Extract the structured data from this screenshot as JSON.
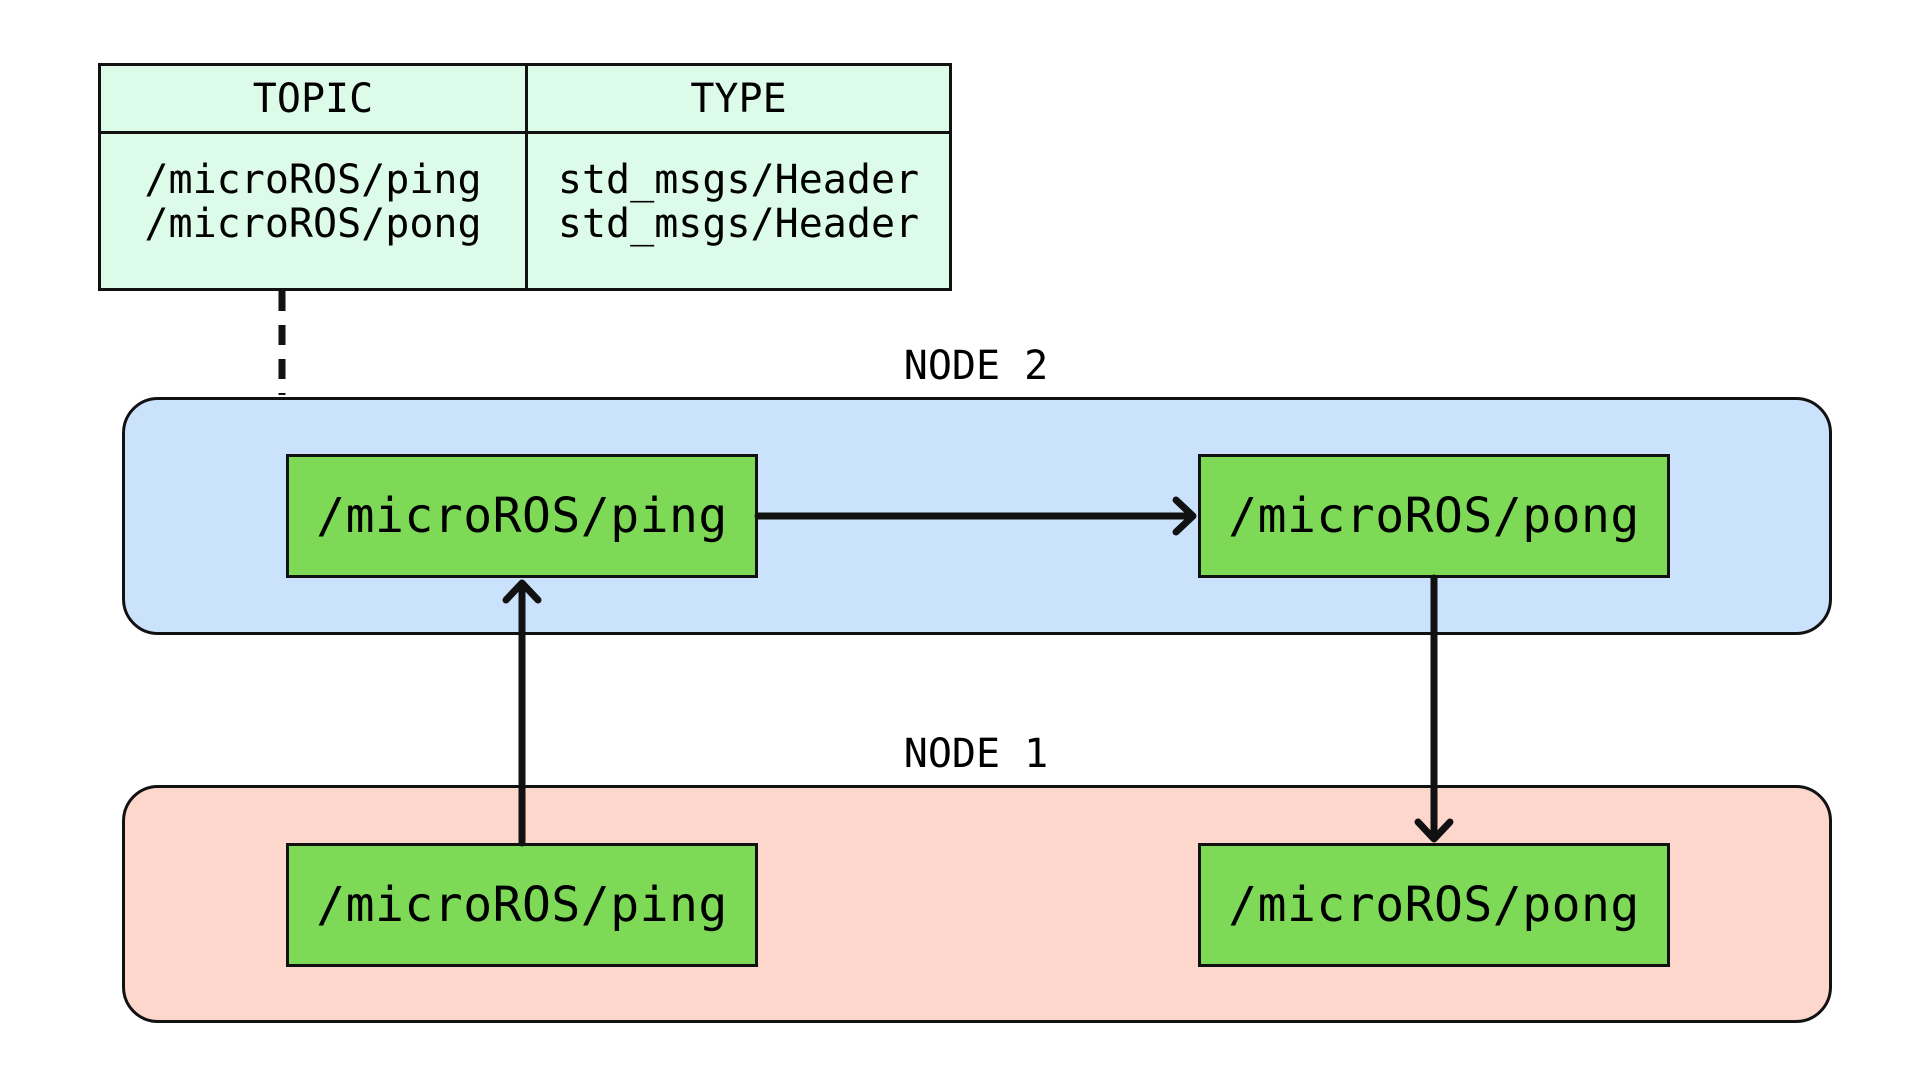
{
  "colors": {
    "table_fill": "#ddfbe9",
    "node2_fill": "#cbe2fc",
    "node1_fill": "#fdd6cc",
    "topic_fill": "#7dd956",
    "stroke": "#111111"
  },
  "table": {
    "headers": {
      "topic": "TOPIC",
      "type": "TYPE"
    },
    "rows": [
      {
        "topic": "/microROS/ping",
        "type": "std_msgs/Header"
      },
      {
        "topic": "/microROS/pong",
        "type": "std_msgs/Header"
      }
    ]
  },
  "node2": {
    "label": "NODE 2",
    "ping": "/microROS/ping",
    "pong": "/microROS/pong"
  },
  "node1": {
    "label": "NODE 1",
    "ping": "/microROS/ping",
    "pong": "/microROS/pong"
  }
}
